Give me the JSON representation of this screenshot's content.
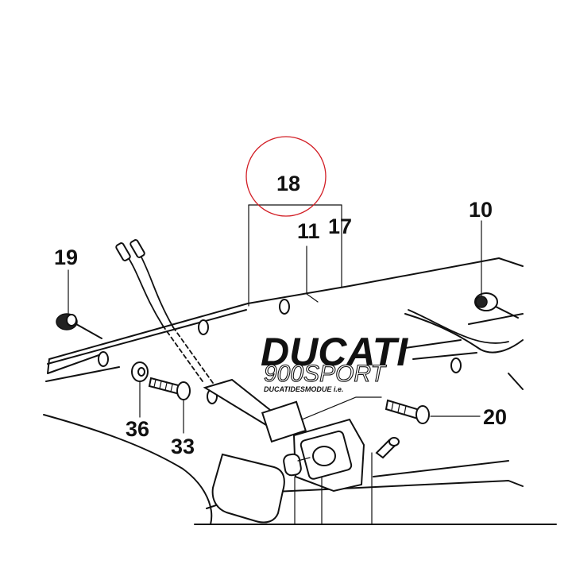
{
  "callouts": {
    "c18": "18",
    "c11": "11",
    "c17": "17",
    "c10": "10",
    "c19": "19",
    "c36": "36",
    "c33": "33",
    "c20": "20"
  },
  "decal": {
    "brand": "DUCATI",
    "model": "900SPORT",
    "line": "DUCATIDESMODUE i.e."
  },
  "highlight_color": "#d21f26"
}
